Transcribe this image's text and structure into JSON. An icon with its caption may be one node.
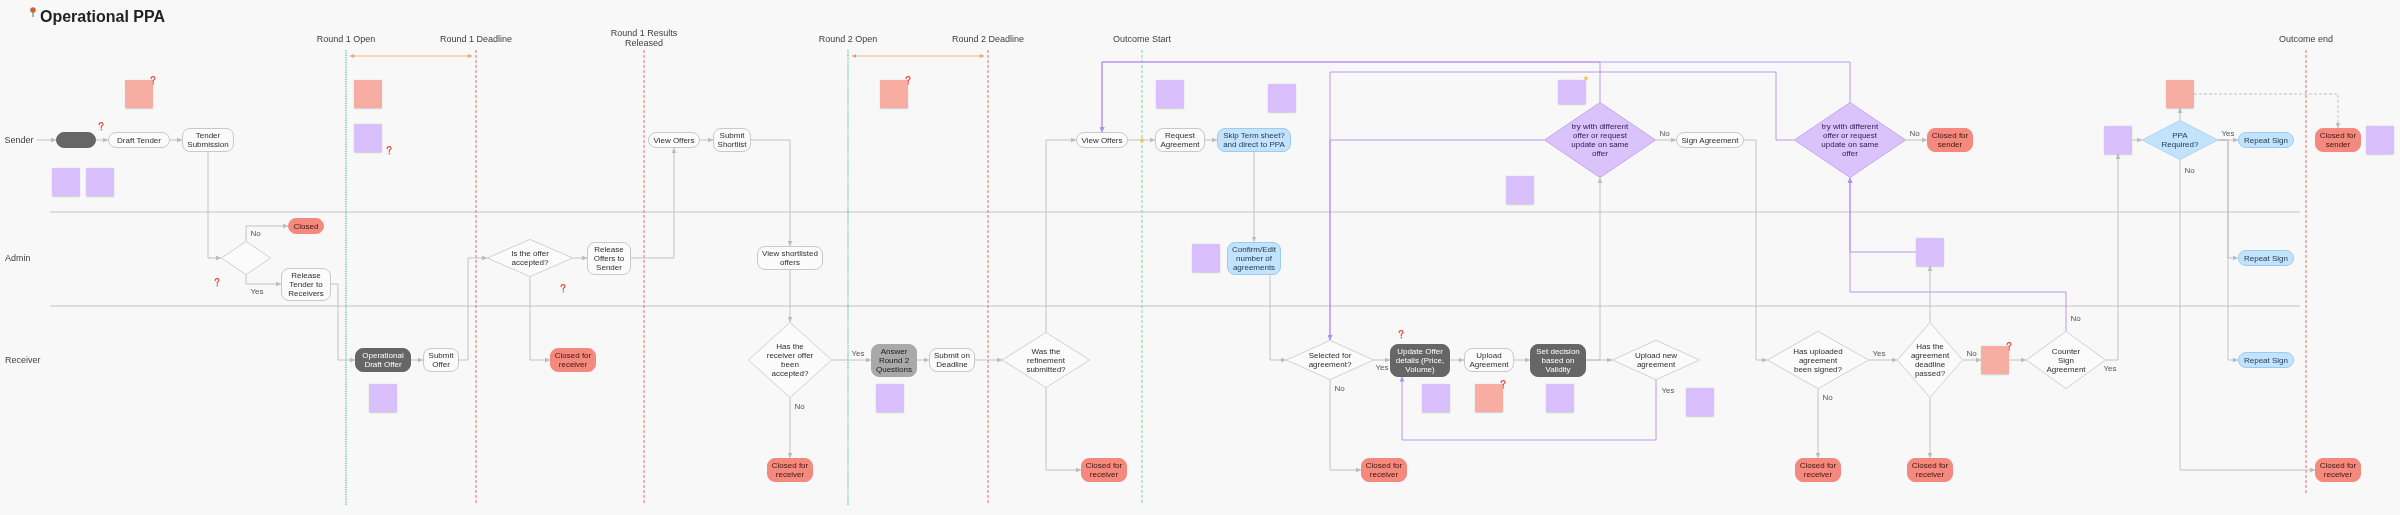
{
  "diagram": {
    "title": "Operational PPA",
    "nodes": [
      {
        "text": [
          "Sender"
        ]
      },
      {
        "text": [],
        "shape": "note"
      },
      {
        "text": [],
        "shape": "box"
      },
      {
        "text": [],
        "shape": "note"
      },
      {
        "text": [
          "Draft Tender"
        ]
      },
      {
        "text": [],
        "shape": "note"
      },
      {
        "text": [
          "Tender Submission"
        ]
      },
      {
        "text": [],
        "shape": "diamond"
      },
      {
        "text": [
          "Closed"
        ]
      },
      {
        "text": [
          "Release Tender to Receivers"
        ]
      },
      {
        "text": [
          "Operational Draft Offer"
        ]
      },
      {
        "text": [],
        "shape": "note"
      },
      {
        "text": [],
        "shape": "note"
      },
      {
        "text": [],
        "shape": "note"
      },
      {
        "text": [
          "Submit Offer"
        ]
      },
      {
        "text": [
          "Is the offer accepted?"
        ]
      },
      {
        "text": [
          "Closed for receiver"
        ]
      },
      {
        "text": [
          "Release Offers to Sender"
        ]
      },
      {
        "text": [
          "View Offers"
        ]
      },
      {
        "text": [
          "Submit Shortlist"
        ]
      },
      {
        "text": [
          "View shortlisted offers"
        ]
      },
      {
        "text": [
          "Has the receiver offer been accepted?"
        ]
      },
      {
        "text": [
          "Closed for receiver"
        ]
      },
      {
        "text": [
          "Answer Round 2 Questions"
        ]
      },
      {
        "text": [],
        "shape": "note"
      },
      {
        "text": [],
        "shape": "note"
      },
      {
        "text": [
          "Submit on Deadline"
        ]
      },
      {
        "text": [
          "Was the refinement submitted?"
        ]
      },
      {
        "text": [
          "Closed for receiver"
        ]
      },
      {
        "text": [
          "View Offers"
        ]
      },
      {
        "text": [],
        "shape": "note"
      },
      {
        "text": [
          "Request Agreement"
        ]
      },
      {
        "text": [
          "Skip Term sheet? and direct to PPA"
        ]
      },
      {
        "text": [],
        "shape": "note"
      },
      {
        "text": [],
        "shape": "note"
      },
      {
        "text": [
          "Confirm/Edit number of agreements"
        ]
      },
      {
        "text": [
          "Selected for agreement?"
        ]
      },
      {
        "text": [
          "Closed for receiver"
        ]
      },
      {
        "text": [
          "Update Offer details (Price, Volume)"
        ]
      },
      {
        "text": [],
        "shape": "note"
      },
      {
        "text": [
          "Upload Agreement"
        ]
      },
      {
        "text": [],
        "shape": "note"
      },
      {
        "text": [
          "Set decision based on Validity"
        ]
      },
      {
        "text": [],
        "shape": "note"
      },
      {
        "text": [],
        "shape": "note"
      },
      {
        "text": [],
        "shape": "note"
      },
      {
        "text": [
          "try with different offer or request update on same offer"
        ]
      },
      {
        "text": [
          "Sign Agreement"
        ]
      },
      {
        "text": [
          "Upload new agreement"
        ]
      },
      {
        "text": [],
        "shape": "note"
      },
      {
        "text": [
          "Has uploaded agreement been signed?"
        ]
      },
      {
        "text": [
          "Closed for receiver"
        ]
      },
      {
        "text": [],
        "shape": "note"
      },
      {
        "text": [
          "Has the agreement deadline passed?"
        ]
      },
      {
        "text": [
          "Closed for receiver"
        ]
      },
      {
        "text": [],
        "shape": "note"
      },
      {
        "text": [
          "try with different offer or request update on same offer"
        ]
      },
      {
        "text": [
          "Closed for sender"
        ]
      },
      {
        "text": [
          "Counter Sign Agreement"
        ]
      },
      {
        "text": [],
        "shape": "note"
      },
      {
        "text": [],
        "shape": "note"
      },
      {
        "text": [
          "PPA Required?"
        ]
      },
      {
        "text": [
          "Repeat Sign"
        ]
      },
      {
        "text": [
          "Repeat Sign"
        ]
      },
      {
        "text": [
          "Repeat Sign"
        ]
      },
      {
        "text": [
          "Closed for sender"
        ]
      },
      {
        "text": [],
        "shape": "note"
      },
      {
        "text": [
          "Closed for receiver"
        ]
      }
    ],
    "edges": [
      {
        "from": 0,
        "to": 2,
        "arrow": "to"
      },
      {
        "from": 2,
        "to": 4,
        "arrow": "to"
      },
      {
        "from": 4,
        "to": 6,
        "arrow": "to"
      },
      {
        "from": 6,
        "to": 7,
        "arrow": "to"
      },
      {
        "from": 7,
        "to": 8,
        "arrow": "to",
        "label": "No"
      },
      {
        "from": 7,
        "to": 9,
        "arrow": "to",
        "label": "Yes"
      },
      {
        "from": 9,
        "to": 10,
        "arrow": "to"
      },
      {
        "from": 10,
        "to": 14,
        "arrow": "to"
      },
      {
        "from": 14,
        "to": 15,
        "arrow": "to"
      },
      {
        "from": 15,
        "to": 17,
        "arrow": "to"
      },
      {
        "from": 15,
        "to": 16,
        "arrow": "to"
      },
      {
        "from": 17,
        "to": 18,
        "arrow": "to"
      },
      {
        "from": 18,
        "to": 19,
        "arrow": "to"
      },
      {
        "from": 19,
        "to": 20,
        "arrow": "to"
      },
      {
        "from": 20,
        "to": 21,
        "arrow": "to"
      },
      {
        "from": 21,
        "to": 22,
        "arrow": "to",
        "label": "No"
      },
      {
        "from": 21,
        "to": 23,
        "arrow": "to",
        "label": "Yes"
      },
      {
        "from": 23,
        "to": 26,
        "arrow": "to"
      },
      {
        "from": 26,
        "to": 27,
        "arrow": "to"
      },
      {
        "from": 27,
        "to": 29,
        "arrow": "to"
      },
      {
        "from": 27,
        "to": 28,
        "arrow": "to"
      },
      {
        "from": 29,
        "to": 31,
        "arrow": "to"
      },
      {
        "from": 31,
        "to": 32,
        "arrow": "to"
      },
      {
        "from": 32,
        "to": 35,
        "arrow": "to"
      },
      {
        "from": 35,
        "to": 36,
        "arrow": "to"
      },
      {
        "from": 36,
        "to": 37,
        "arrow": "to",
        "label": "No"
      },
      {
        "from": 36,
        "to": 38,
        "arrow": "to",
        "label": "Yes"
      },
      {
        "from": 38,
        "to": 40,
        "arrow": "to"
      },
      {
        "from": 40,
        "to": 42,
        "arrow": "to"
      },
      {
        "from": 42,
        "to": 48,
        "arrow": "to"
      },
      {
        "from": 42,
        "to": 46,
        "arrow": "to"
      },
      {
        "from": 46,
        "to": 29,
        "arrow": "to",
        "color": "#b48df0"
      },
      {
        "from": 46,
        "to": 36,
        "arrow": "to",
        "color": "#b48df0"
      },
      {
        "from": 46,
        "to": 47,
        "arrow": "to",
        "label": "No"
      },
      {
        "from": 56,
        "to": 36,
        "arrow": "to",
        "color": "#b48df0"
      },
      {
        "from": 56,
        "to": 29,
        "arrow": "to",
        "color": "#b48df0"
      },
      {
        "from": 56,
        "to": 57,
        "arrow": "to",
        "label": "No"
      },
      {
        "from": 48,
        "to": 38,
        "arrow": "to",
        "label": "Yes",
        "color": "#b48df0"
      },
      {
        "from": 47,
        "to": 50,
        "arrow": "to"
      },
      {
        "from": 50,
        "to": 51,
        "arrow": "to",
        "label": "No"
      },
      {
        "from": 50,
        "to": 53,
        "arrow": "to",
        "label": "Yes"
      },
      {
        "from": 53,
        "to": 52,
        "arrow": "to"
      },
      {
        "from": 52,
        "to": 56,
        "arrow": "to",
        "color": "#b48df0"
      },
      {
        "from": 53,
        "to": 54,
        "arrow": "to"
      },
      {
        "from": 53,
        "to": 55,
        "arrow": "to",
        "label": "No"
      },
      {
        "from": 55,
        "to": 58,
        "arrow": "to"
      },
      {
        "from": 58,
        "to": 56,
        "arrow": "to",
        "label": "No",
        "color": "#b48df0"
      },
      {
        "from": 58,
        "to": 59,
        "arrow": "to",
        "label": "Yes"
      },
      {
        "from": 59,
        "to": 61,
        "arrow": "to"
      },
      {
        "from": 61,
        "to": 60,
        "arrow": "to"
      },
      {
        "from": 60,
        "to": 65,
        "arrow": "to",
        "style": "dashed"
      },
      {
        "from": 61,
        "to": 62,
        "arrow": "to",
        "label": "Yes"
      },
      {
        "from": 61,
        "to": 63,
        "arrow": "to"
      },
      {
        "from": 61,
        "to": 64,
        "arrow": "to"
      },
      {
        "from": 61,
        "to": 67,
        "arrow": "to",
        "label": "No"
      }
    ],
    "labels": [
      "Round 1 Open",
      "Round 1 Deadline",
      "Round 1 Results Released",
      "Round 2 Open",
      "Round 2 Deadline",
      "Outcome Start",
      "Outcome end",
      "Admin",
      "Receiver"
    ]
  }
}
